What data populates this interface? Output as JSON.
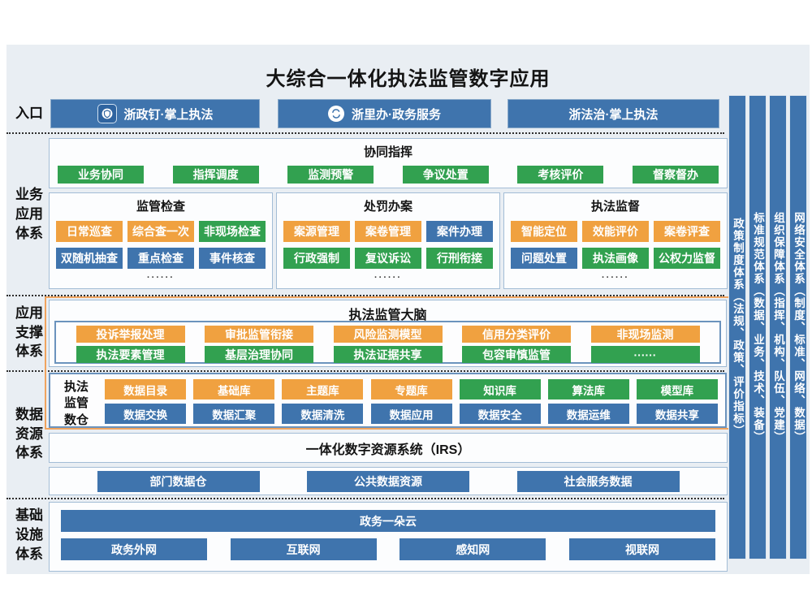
{
  "title": "大综合一体化执法监管数字应用",
  "colors": {
    "blue": "#3f74ad",
    "green": "#32a150",
    "orange": "#f0a140",
    "wrapper_orange": "#f0a45f",
    "diagram_bg": "#e9eef3"
  },
  "entry": {
    "label": "入口",
    "buttons": [
      {
        "label": "浙政钉·掌上执法",
        "icon": "zhezhengding-app-icon"
      },
      {
        "label": "浙里办·政务服务",
        "icon": "zheliban-app-icon"
      },
      {
        "label": "浙法治·掌上执法"
      }
    ]
  },
  "business": {
    "label": "业务\n应用\n体系",
    "collab": {
      "title": "协同指挥",
      "buttons": [
        "业务协同",
        "指挥调度",
        "监测预警",
        "争议处置",
        "考核评价",
        "督察督办"
      ]
    },
    "boxes": [
      {
        "title": "监管检查",
        "row1": [
          {
            "label": "日常巡查",
            "color": "orange"
          },
          {
            "label": "综合查一次",
            "color": "orange"
          },
          {
            "label": "非现场检查",
            "color": "green"
          }
        ],
        "row2": [
          {
            "label": "双随机抽查",
            "color": "blue"
          },
          {
            "label": "重点检查",
            "color": "blue"
          },
          {
            "label": "事件核查",
            "color": "blue"
          }
        ],
        "more": "······"
      },
      {
        "title": "处罚办案",
        "row1": [
          {
            "label": "案源管理",
            "color": "orange"
          },
          {
            "label": "案卷管理",
            "color": "orange"
          },
          {
            "label": "案件办理",
            "color": "blue"
          }
        ],
        "row2": [
          {
            "label": "行政强制",
            "color": "green"
          },
          {
            "label": "复议诉讼",
            "color": "green"
          },
          {
            "label": "行刑衔接",
            "color": "green"
          }
        ],
        "more": "······"
      },
      {
        "title": "执法监督",
        "row1": [
          {
            "label": "智能定位",
            "color": "orange"
          },
          {
            "label": "效能评价",
            "color": "orange"
          },
          {
            "label": "案卷评查",
            "color": "orange"
          }
        ],
        "row2": [
          {
            "label": "问题处置",
            "color": "blue"
          },
          {
            "label": "执法画像",
            "color": "green"
          },
          {
            "label": "公权力监督",
            "color": "green"
          }
        ],
        "more": "······"
      }
    ]
  },
  "support": {
    "label": "应用\n支撑\n体系",
    "brain": {
      "title": "执法监管大脑",
      "row1": [
        "投诉举报处理",
        "审批监管衔接",
        "风险监测模型",
        "信用分类评价",
        "非现场监测"
      ],
      "row2": [
        "执法要素管理",
        "基层治理协同",
        "执法证据共享",
        "包容审慎监管",
        "······"
      ]
    }
  },
  "data_section": {
    "label": "数据\n资源\n体系",
    "warehouse": {
      "label": "执法\n监管\n数仓",
      "row1": [
        {
          "label": "数据目录",
          "color": "orange"
        },
        {
          "label": "基础库",
          "color": "orange"
        },
        {
          "label": "主题库",
          "color": "orange"
        },
        {
          "label": "专题库",
          "color": "orange"
        },
        {
          "label": "知识库",
          "color": "green"
        },
        {
          "label": "算法库",
          "color": "green"
        },
        {
          "label": "模型库",
          "color": "green"
        }
      ],
      "row2": [
        "数据交换",
        "数据汇聚",
        "数据清洗",
        "数据应用",
        "数据安全",
        "数据运维",
        "数据共享"
      ]
    },
    "irs_title": "一体化数字资源系统（IRS）",
    "sources": [
      "部门数据仓",
      "公共数据资源",
      "社会服务数据"
    ]
  },
  "infra": {
    "label": "基础\n设施\n体系",
    "cloud": "政务一朵云",
    "networks": [
      "政务外网",
      "互联网",
      "感知网",
      "视联网"
    ]
  },
  "pillars": [
    "政策制度体系（法规、政策、评价指标）",
    "标准规范体系（数据、业务、技术、装备）",
    "组织保障体系（指挥、机构、队伍、党建）",
    "网络安全体系（制度、标准、网络、数据）"
  ]
}
